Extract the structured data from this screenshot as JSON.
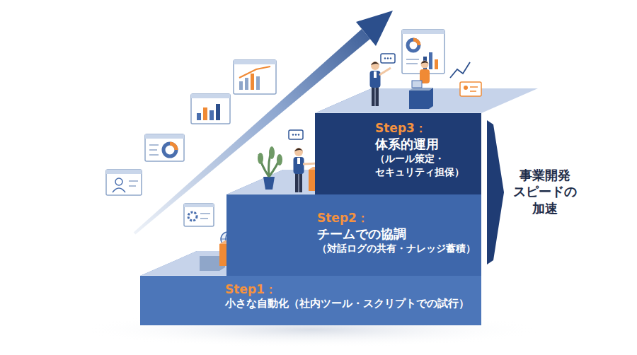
{
  "diagram": {
    "nodes": [
      {
        "text": [
          "Step1：",
          "小さな自動化（社内ツール・スクリプトでの試行）"
        ]
      },
      {
        "text": [
          "Step2：",
          "チームでの協調",
          "（対話ログの共有・ナレッジ蓄積）"
        ]
      },
      {
        "text": [
          "Step3：",
          "体系的運用",
          "（ルール策定・ セキュリティ担保）"
        ]
      }
    ],
    "labels": [
      "事業開発 スピードの 加速"
    ]
  }
}
